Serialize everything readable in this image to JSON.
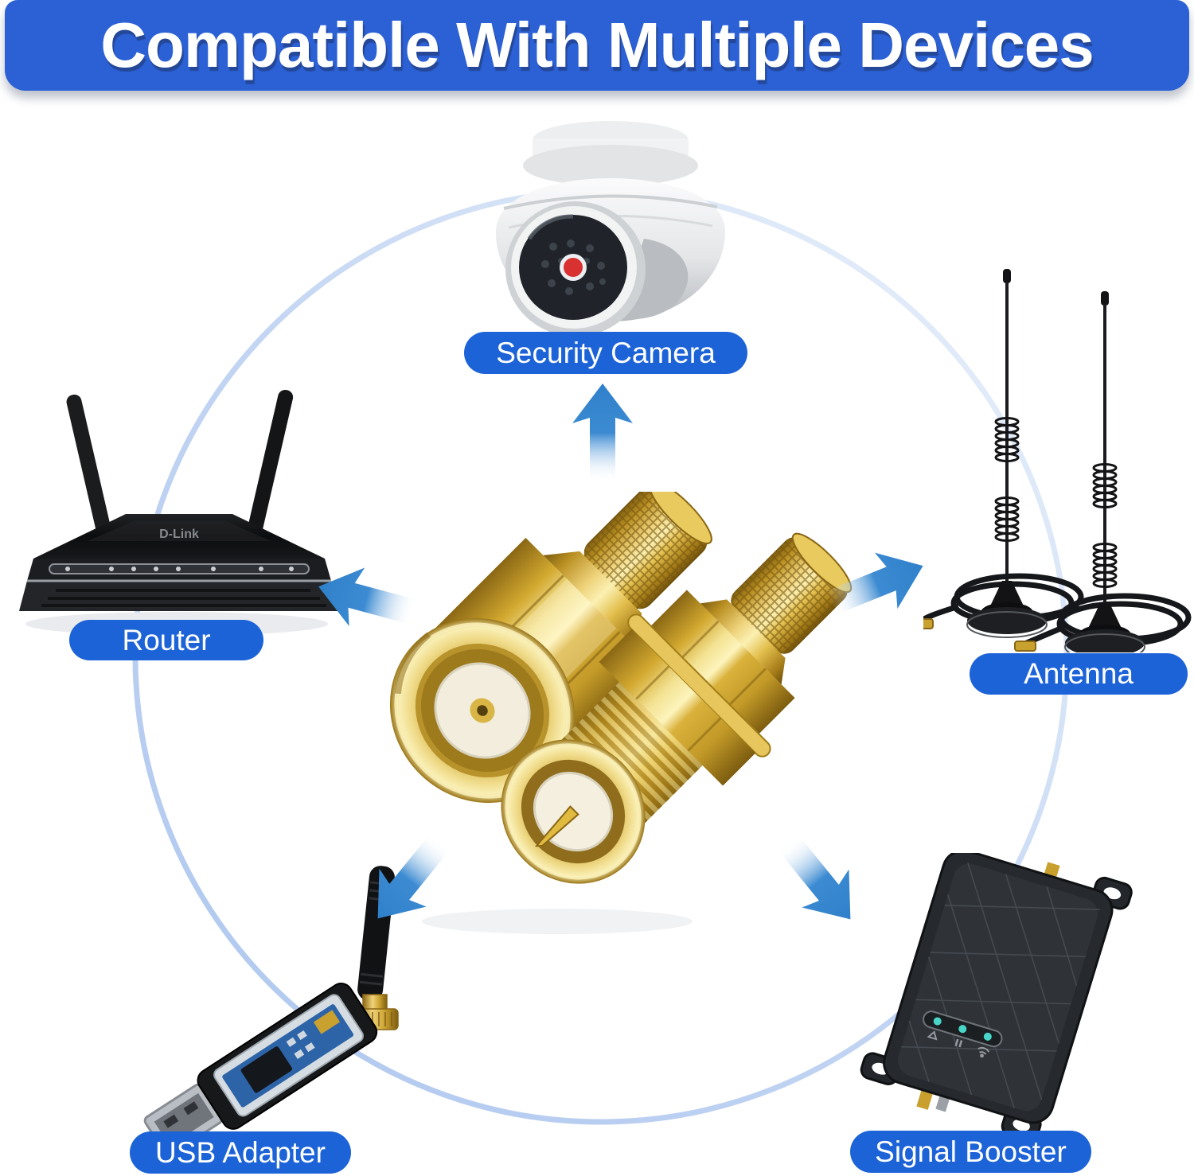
{
  "header": {
    "title": "Compatible With Multiple Devices"
  },
  "devices": [
    {
      "id": "security-camera",
      "label": "Security Camera"
    },
    {
      "id": "router",
      "label": "Router",
      "logo_text": "D-Link"
    },
    {
      "id": "antenna",
      "label": "Antenna"
    },
    {
      "id": "usb-adapter",
      "label": "USB Adapter"
    },
    {
      "id": "signal-booster",
      "label": "Signal Booster"
    }
  ],
  "center_product": {
    "items": [
      "rp-sma-male-connector",
      "rp-sma-female-bulkhead-connector"
    ],
    "finish": "gold"
  },
  "icons": {
    "arrows": [
      "arrow-up",
      "arrow-left",
      "arrow-right",
      "arrow-down-left",
      "arrow-down-right"
    ],
    "connection_ring": "light-blue-circle"
  },
  "colors": {
    "banner_blue": "#2b61d5",
    "pill_blue": "#1d63d8",
    "arrow_blue": "#2f80cb",
    "circle_blue": "#b4cbf0",
    "gold": "#d9b13b",
    "camera_ir_dot_red": "#d93030",
    "booster_led_teal": "#49d6c8"
  }
}
